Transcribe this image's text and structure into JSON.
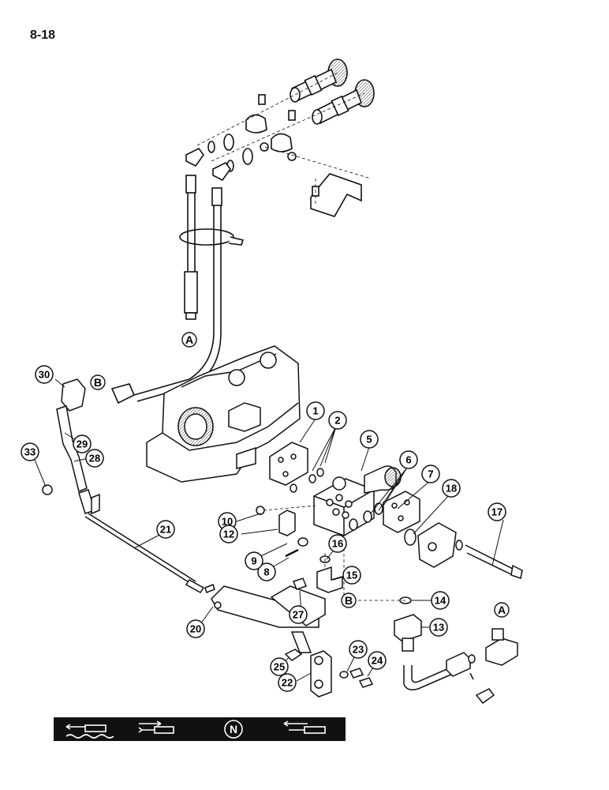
{
  "page_number": "8-18",
  "callouts": [
    "1",
    "2",
    "5",
    "6",
    "7",
    "8",
    "9",
    "10",
    "12",
    "13",
    "14",
    "15",
    "16",
    "17",
    "18",
    "20",
    "21",
    "22",
    "23",
    "24",
    "25",
    "27",
    "28",
    "29",
    "30",
    "33"
  ],
  "connection_labels": {
    "A": "A",
    "B": "B"
  },
  "legend": {
    "icons": [
      "cylinder-retract-float-icon",
      "cylinder-extend-icon",
      "neutral-icon",
      "cylinder-retract-icon"
    ],
    "neutral_letter": "N"
  }
}
